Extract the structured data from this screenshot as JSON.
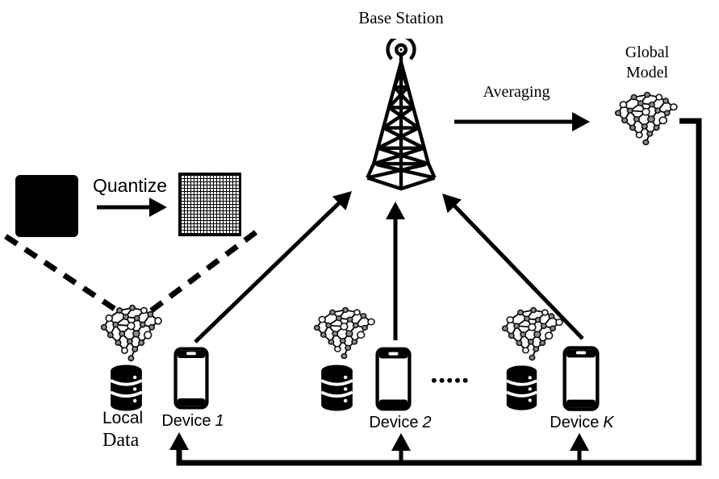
{
  "labels": {
    "base_station": "Base Station",
    "averaging": "Averaging",
    "global_model": "Global Model",
    "quantize": "Quantize",
    "local_data_line1": "Local",
    "local_data_line2": "Data",
    "ellipsis": "•••••"
  },
  "devices": [
    {
      "name": "Device",
      "index": "1"
    },
    {
      "name": "Device",
      "index": "2"
    },
    {
      "name": "Device",
      "index": "K"
    }
  ],
  "icons": {
    "base_station": "radio-tower-icon",
    "device": "smartphone-icon",
    "local_data": "database-icon",
    "model": "neural-network-icon",
    "full_model": "black-square",
    "quantized_model": "grid-square"
  },
  "colors": {
    "ink": "#000000",
    "background": "#ffffff",
    "node_gray": "#8a8a8a"
  }
}
